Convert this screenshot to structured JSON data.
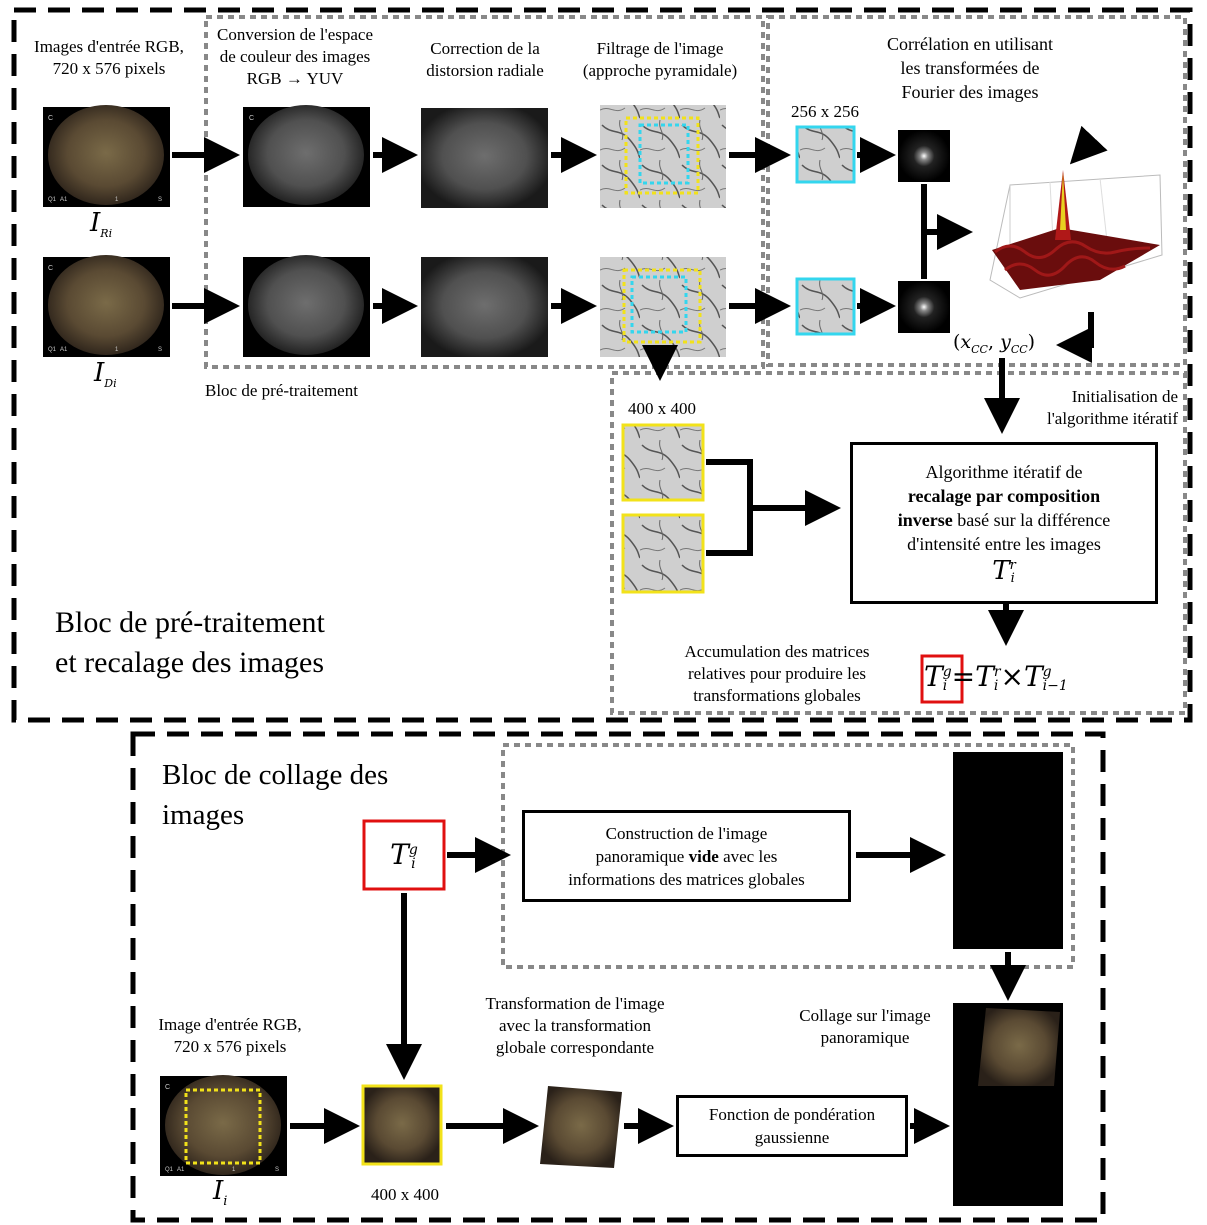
{
  "top_block": {
    "title_line1": "Bloc de pré-traitement",
    "title_line2": "et recalage des images",
    "input_label_line1": "Images d'entrée RGB,",
    "input_label_line2": "720 x 576 pixels",
    "image_ref_label": "I",
    "image_ref_sub": "Ri",
    "image_def_label": "I",
    "image_def_sub": "Di",
    "frame_text_c": "C",
    "frame_text_q1": "Q1",
    "frame_text_a1": "A1",
    "frame_text_1": "1",
    "frame_text_s": "S",
    "step_conversion_line1": "Conversion de l'espace",
    "step_conversion_line2": "de couleur des images",
    "step_conversion_line3": "RGB → YUV",
    "step_distortion_line1": "Correction de la",
    "step_distortion_line2": "distorsion radiale",
    "step_filter_line1": "Filtrage de l'image",
    "step_filter_line2": "(approche pyramidale)",
    "preprocessing_label": "Bloc de pré-traitement",
    "correlation_line1": "Corrélation en utilisant",
    "correlation_line2": "les transformées de",
    "correlation_line3": "Fourier des images",
    "size_256": "256 x 256",
    "peak_coords": "(xCC, yCC)",
    "peak_x": "x",
    "peak_x_sub": "CC",
    "peak_y": "y",
    "peak_y_sub": "CC",
    "init_line1": "Initialisation de",
    "init_line2": "l'algorithme itératif",
    "size_400": "400 x 400",
    "algo_line1": "Algorithme itératif de",
    "algo_bold": "recalage par composition",
    "algo_bold2": "inverse",
    "algo_line3": " basé sur la différence",
    "algo_line4": "d'intensité entre les images",
    "algo_T": "T",
    "algo_T_sup": "r",
    "algo_T_sub": "i",
    "accum_line1": "Accumulation des matrices",
    "accum_line2": "relatives pour produire les",
    "accum_line3": "transformations globales",
    "eq_T": "T",
    "eq_g": "g",
    "eq_r": "r",
    "eq_i": "i",
    "eq_im1": "i−1",
    "eq_eq": "=",
    "eq_times": "×"
  },
  "bottom_block": {
    "title_line1": "Bloc de collage des",
    "title_line2": "images",
    "Tg": "T",
    "Tg_sup": "g",
    "Tg_sub": "i",
    "construct_line1": "Construction de l'image",
    "construct_line2a": "panoramique ",
    "construct_bold": "vide",
    "construct_line2b": " avec les",
    "construct_line3": "informations des matrices globales",
    "input_label_line1": "Image d'entrée RGB,",
    "input_label_line2": "720 x 576 pixels",
    "image_label": "I",
    "image_sub": "i",
    "frame_text_c": "C",
    "frame_text_q1": "Q1",
    "frame_text_a1": "A1",
    "frame_text_1": "1",
    "frame_text_s": "S",
    "size_400": "400 x 400",
    "transform_line1": "Transformation de l'image",
    "transform_line2": "avec la transformation",
    "transform_line3": "globale correspondante",
    "weight_line1": "Fonction de pondération",
    "weight_line2": "gaussienne",
    "paste_line1": "Collage sur l'image",
    "paste_line2": "panoramique"
  },
  "colors": {
    "cyan": "#33d6ee",
    "yellow": "#f2e21a",
    "red": "#e01010",
    "dash_gray": "#888888",
    "retina_dark": "#2a241d",
    "retina_mid": "#6a5a3e"
  }
}
